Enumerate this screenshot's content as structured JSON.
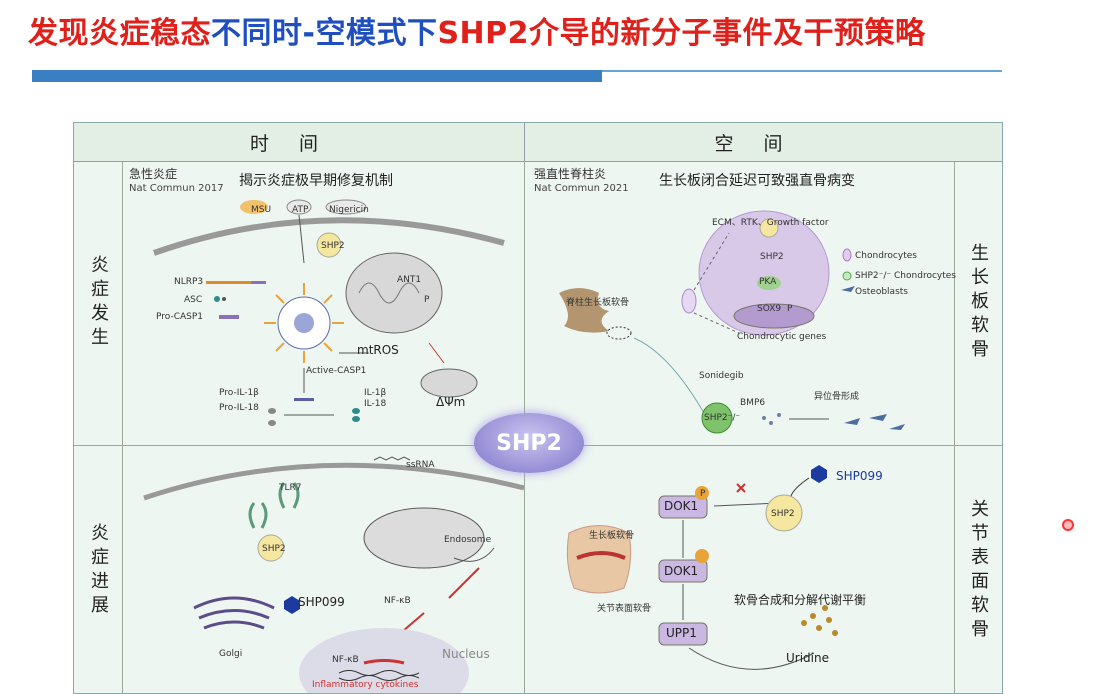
{
  "title": {
    "part1": "发现炎症稳态",
    "part2": "不同时-空模式下",
    "part3": "SHP2",
    "part4": "介导的新分子事件及干预策略"
  },
  "headers": {
    "time": "时间",
    "space": "空间"
  },
  "rows": {
    "left_top": "炎症发生",
    "left_bottom": "炎症进展",
    "right_top": "生长板软骨",
    "right_bottom": "关节表面软骨"
  },
  "q1": {
    "type": "急性炎症",
    "journal": "Nat Commun 2017",
    "heading": "揭示炎症极早期修复机制",
    "labels": [
      "MSU",
      "ATP",
      "Nigericin",
      "SHP2",
      "NLRP3",
      "ASC",
      "Pro-CASP1",
      "ANT1",
      "P",
      "mtROS",
      "Active-CASP1",
      "Pro-IL-1β",
      "Pro-IL-18",
      "IL-1β",
      "IL-18",
      "ΔΨm"
    ]
  },
  "q2": {
    "type": "强直性脊柱炎",
    "journal": "Nat Commun 2021",
    "heading": "生长板闭合延迟可致强直骨病变",
    "labels": [
      "ECM、RTK、Growth factor",
      "SHP2",
      "PKA",
      "SOX9",
      "P",
      "Chondrocytic genes",
      "Chondrocytes",
      "SHP2⁻/⁻ Chondrocytes",
      "Osteoblasts",
      "脊柱生长板软骨",
      "Sonidegib",
      "BMP6",
      "异位骨形成",
      "SHP2⁻/⁻"
    ]
  },
  "q3": {
    "labels": [
      "ssRNA",
      "TLR7",
      "Endosome",
      "SHP2",
      "SHP099",
      "NF-κB",
      "Golgi",
      "Nucleus",
      "NF-κB",
      "Inflammatory cytokines"
    ]
  },
  "q4": {
    "labels": [
      "SHP099",
      "DOK1",
      "P",
      "SHP2",
      "生长板软骨",
      "DOK1",
      "关节表面软骨",
      "UPP1",
      "软骨合成和分解代谢平衡",
      "Uridine"
    ]
  },
  "center": "SHP2",
  "colors": {
    "red": "#e0211b",
    "blue": "#1f4fbf",
    "bar": "#3a7fc1"
  }
}
